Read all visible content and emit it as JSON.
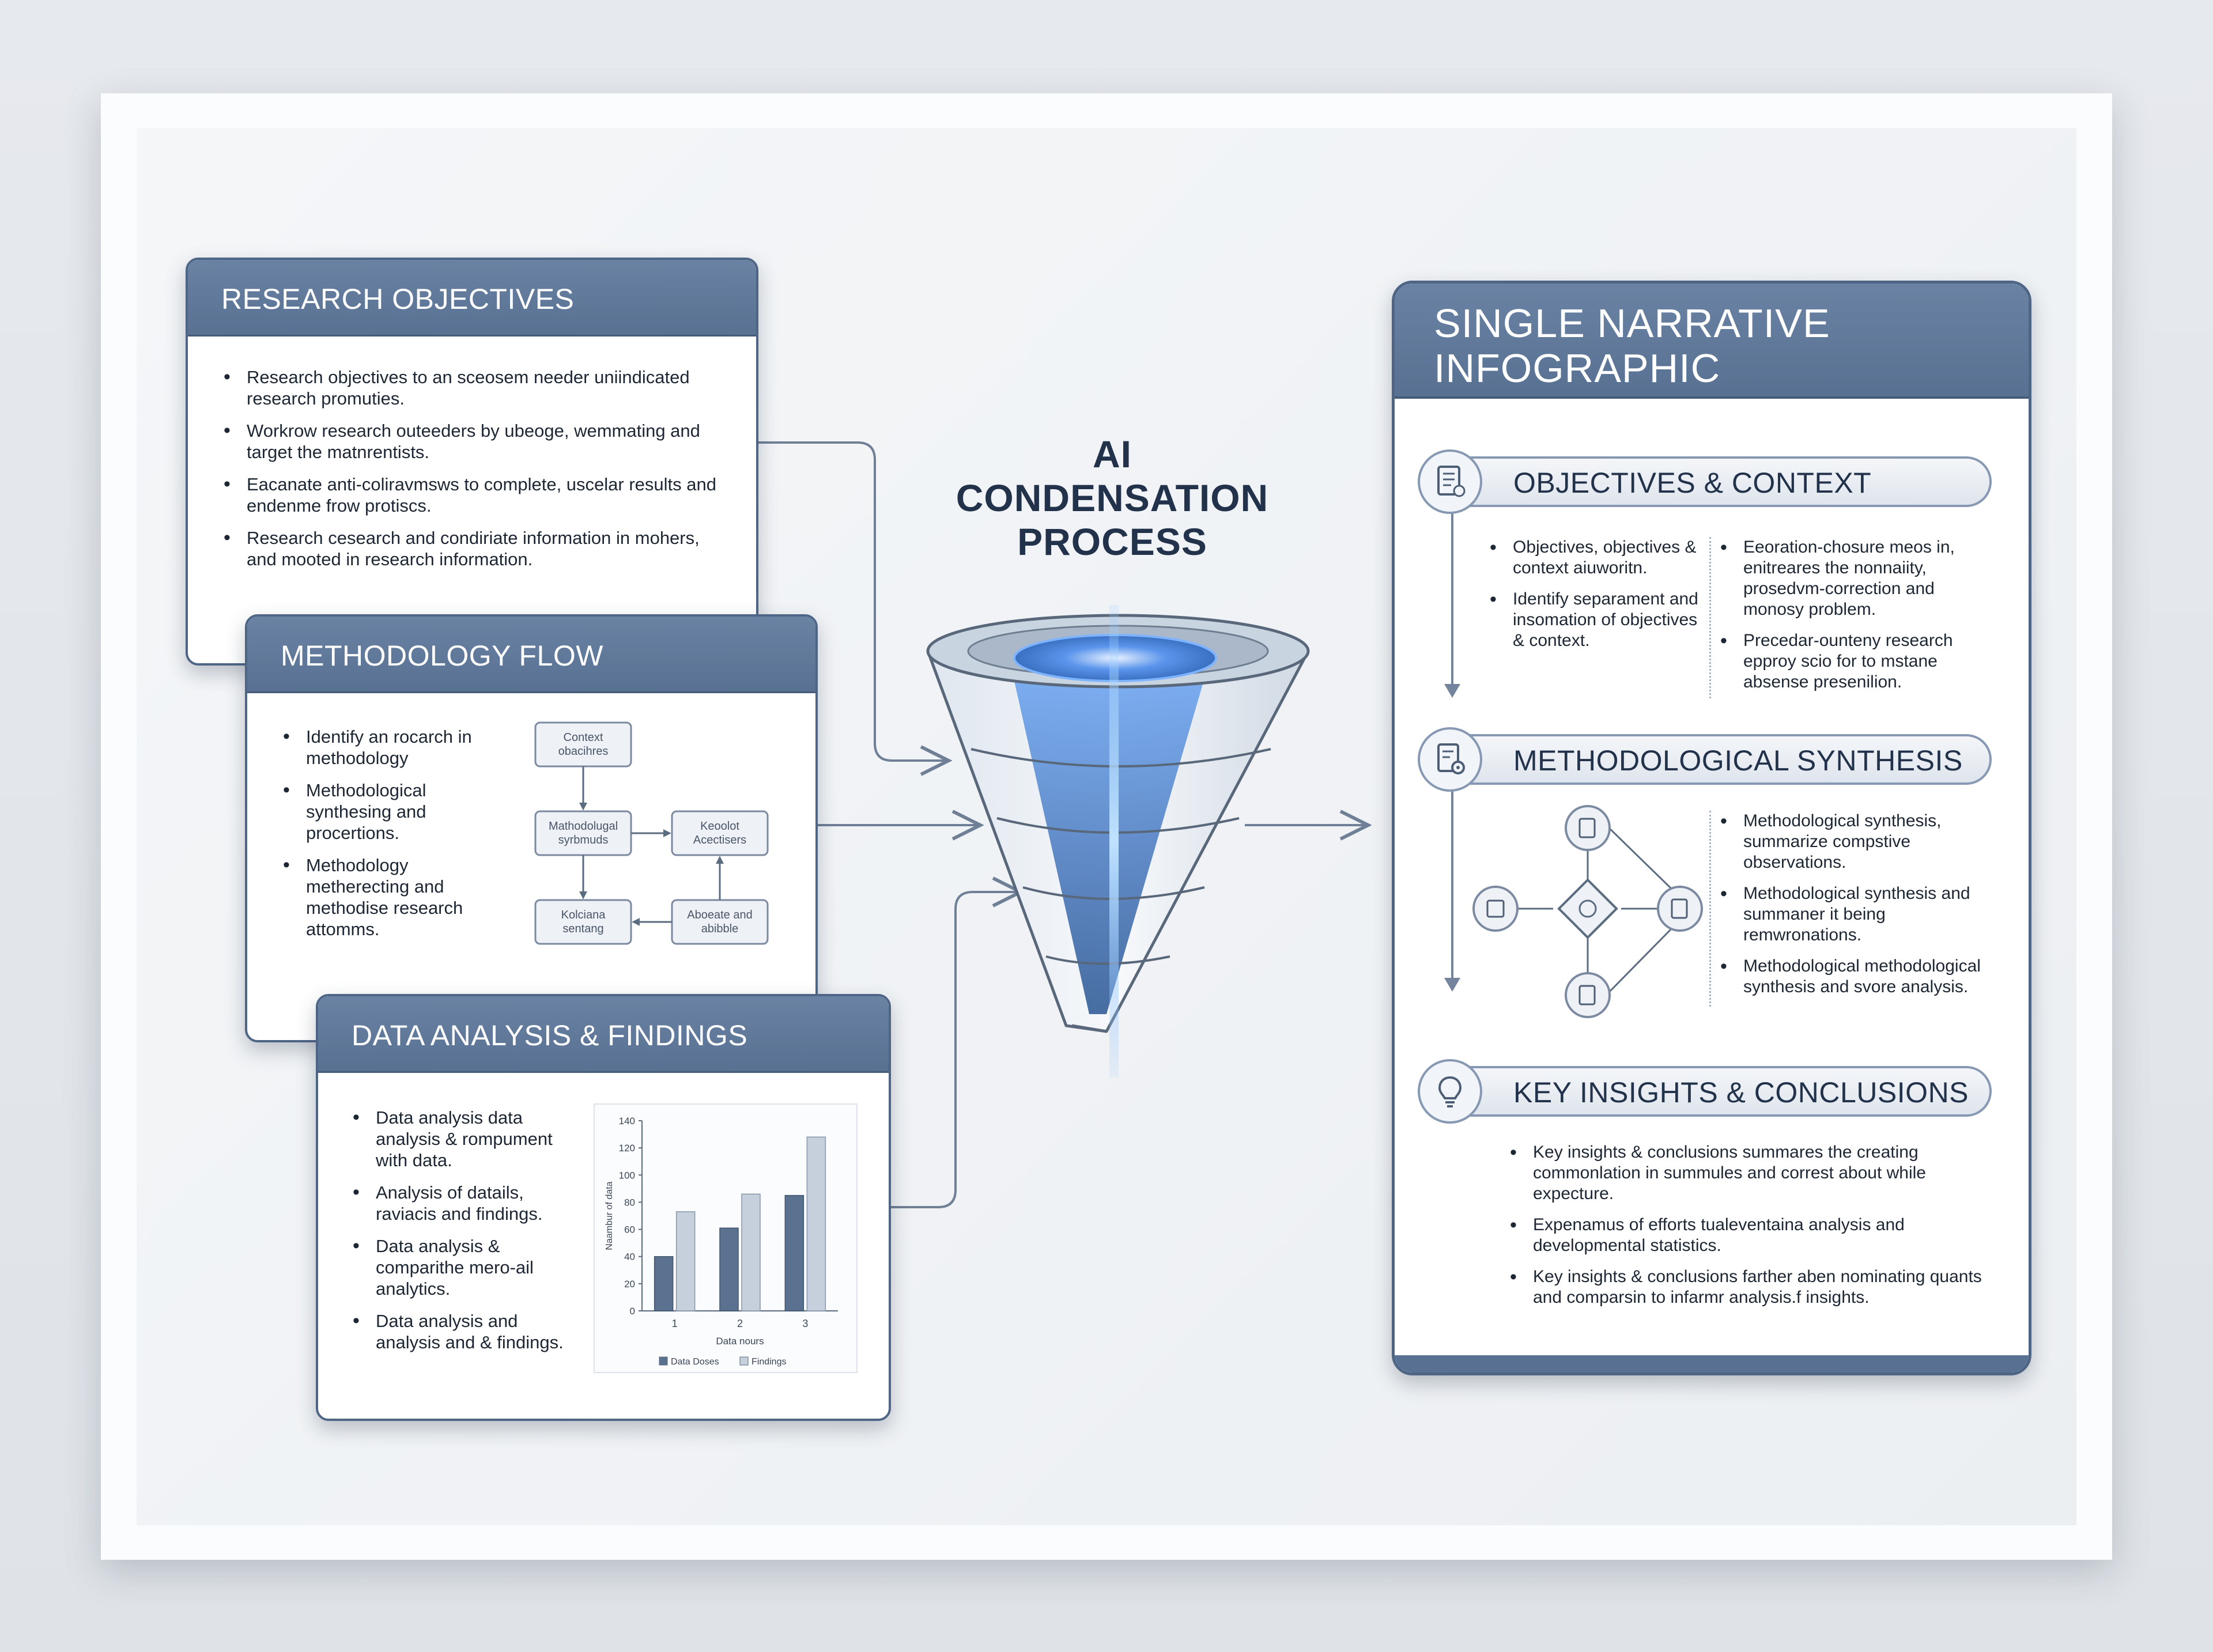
{
  "research": {
    "title": "RESEARCH OBJECTIVES",
    "bullets": [
      "Research objectives to an sceosem needer uniindicated research promuties.",
      "Workrow research outeeders by ubeoge, wemmating and target the matnrentists.",
      "Eacanate anti-coliravmsws to complete, uscelar results and endenme frow protiscs.",
      "Research cesearch and condiriate information in mohers, and mooted in research information."
    ]
  },
  "methodology": {
    "title": "METHODOLOGY FLOW",
    "bullets": [
      "Identify an rocarch in methodology",
      "Methodological synthesing and procertions.",
      "Methodology metherecting and methodise research attomms."
    ],
    "flow_boxes": {
      "top": "Context\nobacihres",
      "mid_left": "Mathodolugal\nsyrbmuds",
      "mid_right": "Keoolot\nAcectisers",
      "bottom_left": "Kolciana\nsentang",
      "bottom_right": "Aboeate and\nabibble"
    }
  },
  "data_analysis": {
    "title": "DATA ANALYSIS & FINDINGS",
    "bullets": [
      "Data analysis data analysis & rompument with data.",
      "Analysis of datails, raviacis and findings.",
      "Data analysis & comparithe mero-ail analytics.",
      "Data analysis and analysis and & findings."
    ]
  },
  "chart_data": {
    "type": "bar",
    "categories": [
      "1",
      "2",
      "3"
    ],
    "series": [
      {
        "name": "Data Doses",
        "values": [
          40,
          61,
          85
        ]
      },
      {
        "name": "Findings",
        "values": [
          73,
          86,
          128
        ]
      }
    ],
    "xlabel": "Data nours",
    "ylabel": "Naambur of data",
    "ylim": [
      0,
      140
    ],
    "yticks": [
      0,
      20,
      40,
      60,
      80,
      100,
      120,
      140
    ],
    "legend": "bottom",
    "grid": false,
    "colors": [
      "#5a7190",
      "#c6d0dc"
    ]
  },
  "funnel": {
    "title_lines": [
      "AI",
      "CONDENSATION",
      "PROCESS"
    ]
  },
  "narrative": {
    "title_lines": [
      "SINGLE NARRATIVE",
      "INFOGRAPHIC"
    ],
    "objectives": {
      "title": "OBJECTIVES & CONTEXT",
      "icon": "document-checklist-icon",
      "left": [
        "Objectives, objectives & context aiuworitn.",
        "Identify separament and insomation of objectives & context."
      ],
      "right": [
        "Eeoration-chosure meos in, enitreares the nonnaiity, prosedvm-correction and monosy problem.",
        "Precedar-ounteny research epproy scio for to mstane absense presenilion."
      ]
    },
    "methodological": {
      "title": "METHODOLOGICAL SYNTHESIS",
      "icon": "document-gear-icon",
      "right": [
        "Methodological synthesis, summarize compstive observations.",
        "Methodological synthesis and summaner it being remwronations.",
        "Methodological methodological synthesis and svore analysis."
      ]
    },
    "insights": {
      "title": "KEY INSIGHTS & CONCLUSIONS",
      "icon": "lightbulb-icon",
      "bullets": [
        "Key insights & conclusions summares the creating commonlation in summules and correst about while expecture.",
        "Expenamus of efforts tualeventaina analysis and developmental statistics.",
        "Key insights & conclusions farther aben nominating quants and comparsin to infarmr analysis.f insights."
      ]
    }
  },
  "colors": {
    "header": "#587192",
    "border": "#4e6585",
    "connector": "#6f7f95",
    "funnel_glow": "#4f8fe8"
  }
}
